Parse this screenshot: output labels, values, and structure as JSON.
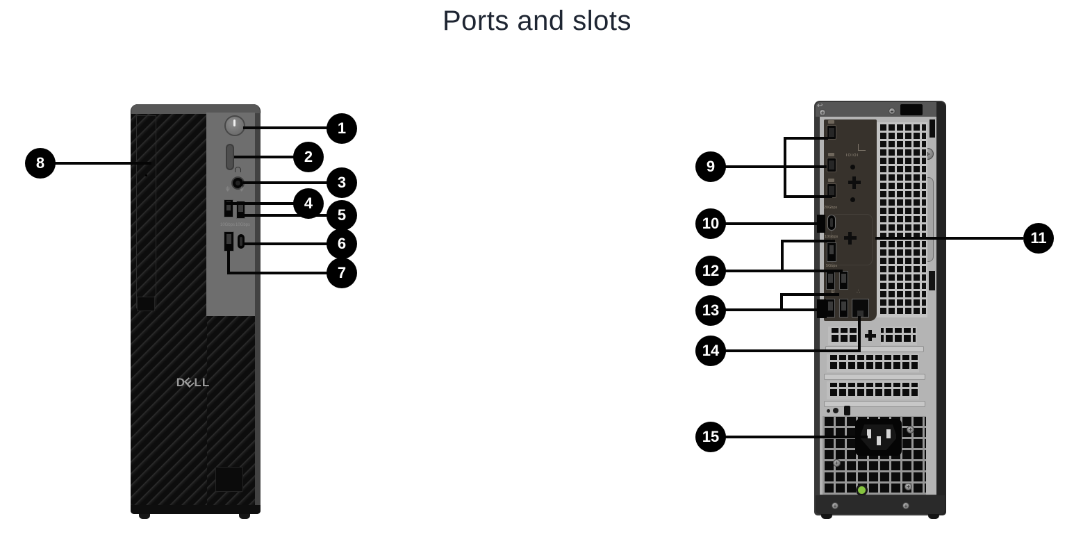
{
  "page": {
    "title": "Ports and slots"
  },
  "front_view": {
    "logo_letters": [
      "D",
      "E",
      "L",
      "L"
    ],
    "callouts": [
      {
        "number": "1"
      },
      {
        "number": "2"
      },
      {
        "number": "3"
      },
      {
        "number": "4"
      },
      {
        "number": "5"
      },
      {
        "number": "6"
      },
      {
        "number": "7"
      },
      {
        "number": "8"
      }
    ],
    "labels": {
      "usb_speed_left": "10Gbps",
      "usb_speed_right": "10Gbps"
    }
  },
  "back_view": {
    "callouts": [
      {
        "number": "9"
      },
      {
        "number": "10"
      },
      {
        "number": "11"
      },
      {
        "number": "12"
      },
      {
        "number": "13"
      },
      {
        "number": "14"
      },
      {
        "number": "15"
      }
    ],
    "labels": {
      "serial_port": "IOIOI",
      "usb_c_speed": "20Gbps",
      "usb_a_speed": "10Gbps",
      "usb_pair_speed": "5Gbps"
    }
  },
  "icons": {
    "usb": "ψ",
    "network": "∴",
    "return_arrow": "↩"
  },
  "colors": {
    "callout_bg": "#000000",
    "callout_text": "#ffffff",
    "led_green": "#86c440",
    "title_text": "#1e2532"
  }
}
